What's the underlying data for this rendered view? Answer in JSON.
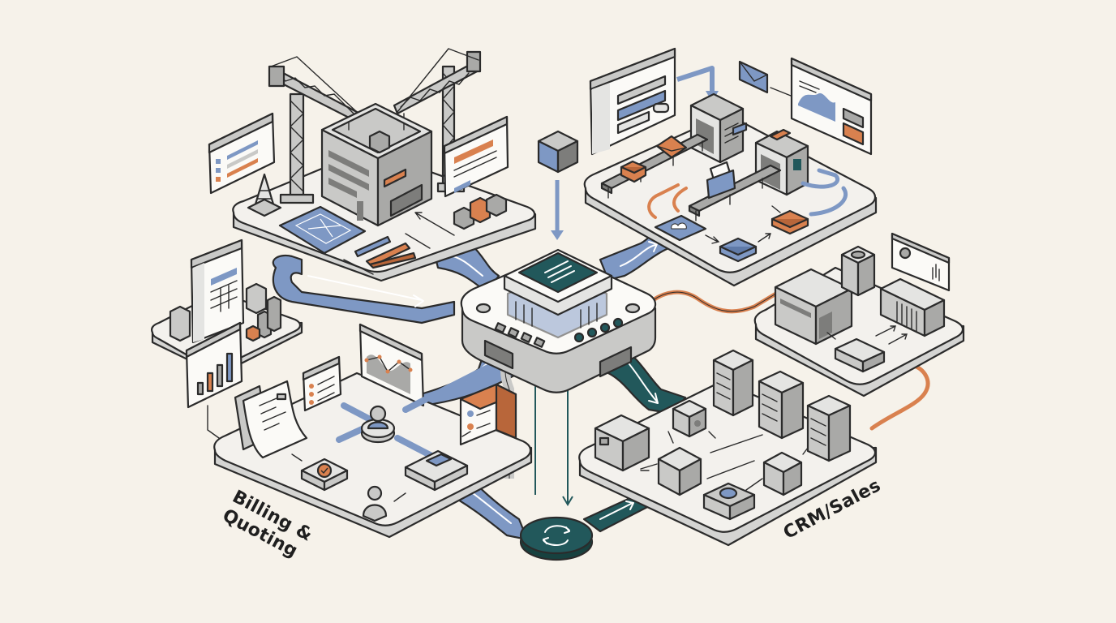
{
  "diagram": {
    "title": "",
    "labels": {
      "billing": "Billing &\nQuoting",
      "crm": "CRM/Sales"
    },
    "zones": [
      {
        "id": "construction",
        "description": "construction / project site zone with cranes and building"
      },
      {
        "id": "fulfillment",
        "description": "conveyor / order fulfillment zone"
      },
      {
        "id": "analytics",
        "description": "reports and analytics shelf"
      },
      {
        "id": "infrastructure",
        "description": "server / infrastructure zone"
      },
      {
        "id": "billing",
        "label_ref": "billing"
      },
      {
        "id": "crm",
        "label_ref": "crm"
      }
    ],
    "hub": {
      "description": "central integration hub"
    },
    "sync_node": {
      "description": "sync node with circular arrows"
    }
  },
  "colors": {
    "background": "#f6f2ea",
    "blue": "#7e98c4",
    "orange": "#d9814f",
    "teal": "#22585b",
    "gray": "#c9c9c7",
    "outline": "#2b2b2b"
  }
}
